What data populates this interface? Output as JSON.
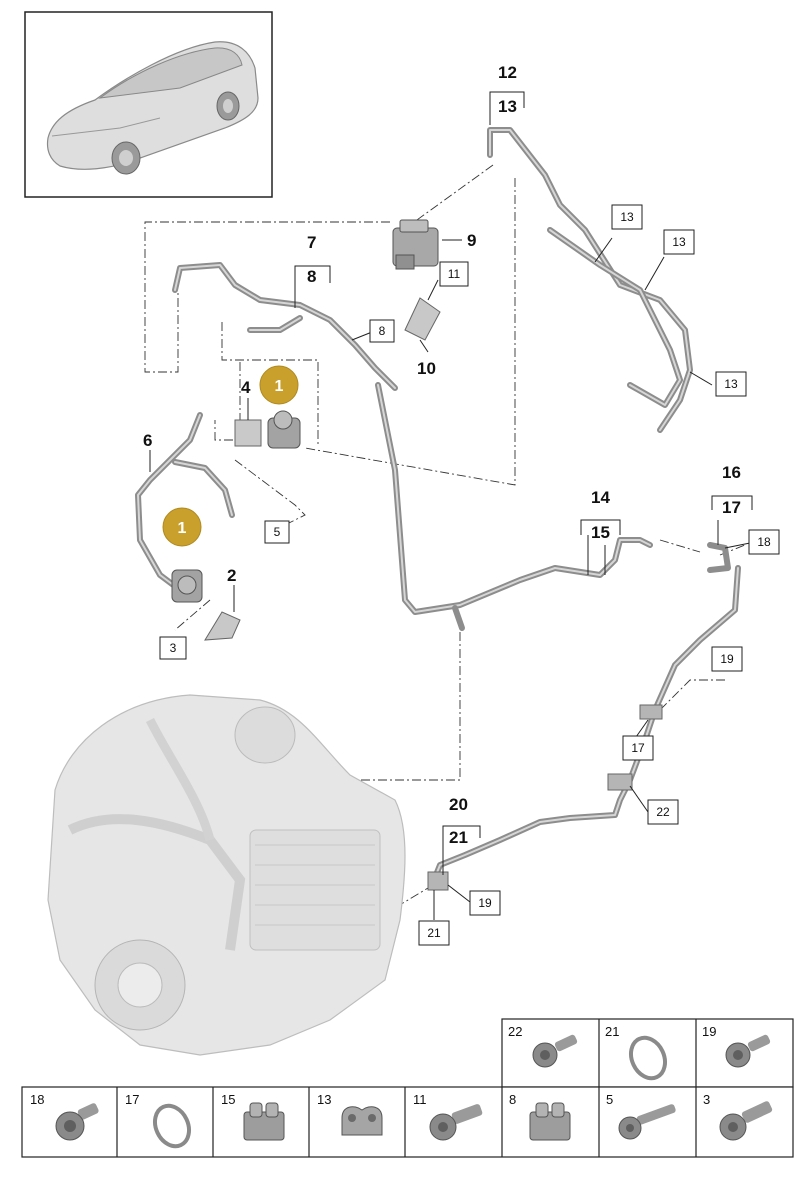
{
  "callouts": {
    "c12": "12",
    "c13": "13",
    "c7": "7",
    "c8": "8",
    "c9": "9",
    "c10": "10",
    "c4": "4",
    "c6": "6",
    "c2": "2",
    "c14": "14",
    "c15": "15",
    "c16": "16",
    "c17": "17",
    "c20": "20",
    "c21": "21"
  },
  "highlight_badges": {
    "upper": "1",
    "lower": "1"
  },
  "boxed_labels": {
    "b13a": "13",
    "b13b": "13",
    "b13c": "13",
    "b11": "11",
    "b8": "8",
    "b5": "5",
    "b3": "3",
    "b18": "18",
    "b19a": "19",
    "b17": "17",
    "b22": "22",
    "b19b": "19",
    "b21": "21"
  },
  "hardware_top": [
    {
      "id": "22",
      "label": "22",
      "icon": "bolt-icon"
    },
    {
      "id": "21",
      "label": "21",
      "icon": "seal-ring-icon"
    },
    {
      "id": "19",
      "label": "19",
      "icon": "bolt-icon"
    }
  ],
  "hardware_bottom": [
    {
      "id": "18",
      "label": "18",
      "icon": "bolt-icon"
    },
    {
      "id": "17",
      "label": "17",
      "icon": "seal-ring-icon"
    },
    {
      "id": "15",
      "label": "15",
      "icon": "clip-icon"
    },
    {
      "id": "13",
      "label": "13",
      "icon": "clip-icon"
    },
    {
      "id": "11",
      "label": "11",
      "icon": "bolt-icon"
    },
    {
      "id": "8",
      "label": "8",
      "icon": "clip-icon"
    },
    {
      "id": "5",
      "label": "5",
      "icon": "screw-icon"
    },
    {
      "id": "3",
      "label": "3",
      "icon": "bolt-icon"
    }
  ],
  "colors": {
    "badge_gold": "#c9a02c",
    "pipe": "#8d8d8d",
    "frame": "#222222"
  }
}
